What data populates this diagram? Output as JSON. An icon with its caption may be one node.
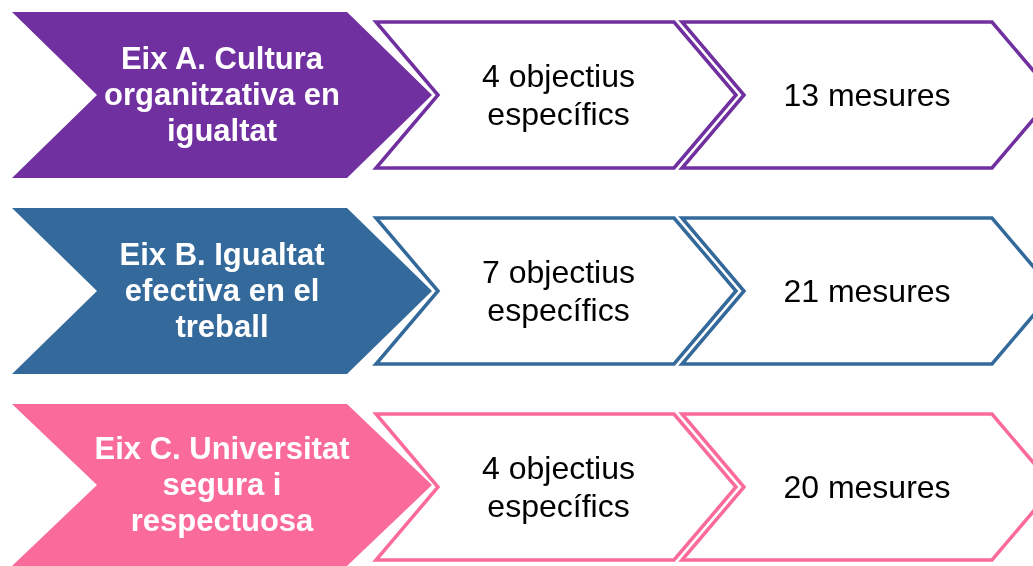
{
  "diagram": {
    "nodes": [
      {
        "text": [
          "Eix A. Cultura organitzativa en igualtat"
        ]
      },
      {
        "text": [
          "4 objectius específics"
        ]
      },
      {
        "text": [
          "13 mesures"
        ]
      },
      {
        "text": [
          "Eix B. Igualtat efectiva en el treball"
        ]
      },
      {
        "text": [
          "7 objectius específics"
        ]
      },
      {
        "text": [
          "21 mesures"
        ]
      },
      {
        "text": [
          "Eix C. Universitat segura i respectuosa"
        ]
      },
      {
        "text": [
          "4 objectius específics"
        ]
      },
      {
        "text": [
          "20 mesures"
        ]
      }
    ]
  }
}
